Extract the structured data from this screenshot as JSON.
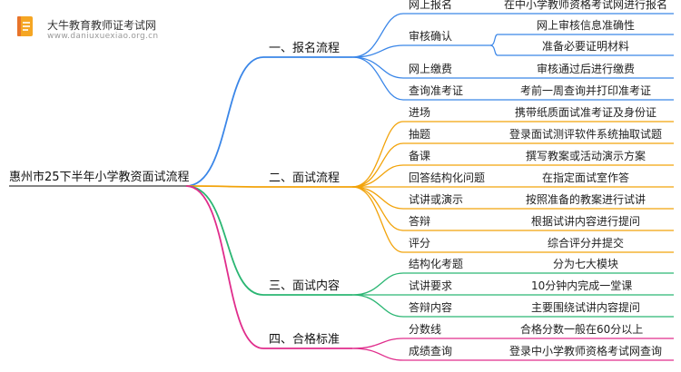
{
  "logo": {
    "title": "大牛教育教师证考试网",
    "subtitle": "www.daniuxuexiao.org.cn",
    "colors": {
      "body": "#f5a623",
      "accent": "#e8742a"
    }
  },
  "root": {
    "label": "惠州市25下半年小学教资面试流程"
  },
  "colors": {
    "section1": "#3a86e8",
    "section2": "#f2a30a",
    "section3": "#2bb673",
    "section4": "#e02d8c"
  },
  "sections": [
    {
      "label": "一、报名流程",
      "items": [
        {
          "label": "网上报名",
          "details": [
            "在中小学教师资格考试网进行报名"
          ]
        },
        {
          "label": "审核确认",
          "details": [
            "网上审核信息准确性",
            "准备必要证明材料"
          ]
        },
        {
          "label": "网上缴费",
          "details": [
            "审核通过后进行缴费"
          ]
        },
        {
          "label": "查询准考证",
          "details": [
            "考前一周查询并打印准考证"
          ]
        }
      ]
    },
    {
      "label": "二、面试流程",
      "items": [
        {
          "label": "进场",
          "details": [
            "携带纸质面试准考证及身份证"
          ]
        },
        {
          "label": "抽题",
          "details": [
            "登录面试测评软件系统抽取试题"
          ]
        },
        {
          "label": "备课",
          "details": [
            "撰写教案或活动演示方案"
          ]
        },
        {
          "label": "回答结构化问题",
          "details": [
            "在指定面试室作答"
          ]
        },
        {
          "label": "试讲或演示",
          "details": [
            "按照准备的教案进行试讲"
          ]
        },
        {
          "label": "答辩",
          "details": [
            "根据试讲内容进行提问"
          ]
        },
        {
          "label": "评分",
          "details": [
            "综合评分并提交"
          ]
        }
      ]
    },
    {
      "label": "三、面试内容",
      "items": [
        {
          "label": "结构化考题",
          "details": [
            "分为七大模块"
          ]
        },
        {
          "label": "试讲要求",
          "details": [
            "10分钟内完成一堂课"
          ]
        },
        {
          "label": "答辩内容",
          "details": [
            "主要围绕试讲内容提问"
          ]
        }
      ]
    },
    {
      "label": "四、合格标准",
      "items": [
        {
          "label": "分数线",
          "details": [
            "合格分数一般在60分以上"
          ]
        },
        {
          "label": "成绩查询",
          "details": [
            "登录中小学教师资格考试网查询"
          ]
        }
      ]
    }
  ]
}
